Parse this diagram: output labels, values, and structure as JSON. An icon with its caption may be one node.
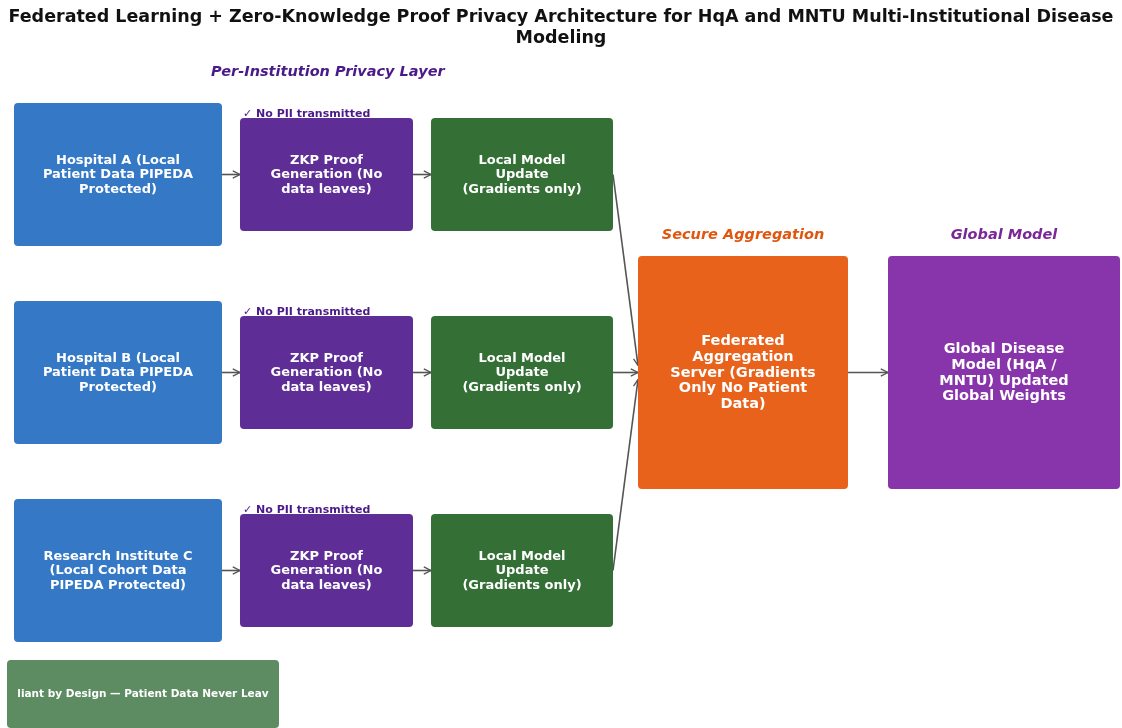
{
  "diagram": {
    "title": "Federated Learning + Zero-Knowledge Proof Privacy Architecture for HqA and MNTU Multi-Institutional Disease Modeling",
    "nodes": [
      {
        "text": [
          "Hospital A (Local Patient Data PIPEDA Protected)"
        ]
      },
      {
        "text": [
          "ZKP Proof Generation (No data leaves)"
        ],
        "beside": [
          "✓ No PII transmitted"
        ]
      },
      {
        "text": [
          "Local Model Update (Gradients only)"
        ]
      },
      {
        "text": [
          "Hospital B (Local Patient Data PIPEDA Protected)"
        ]
      },
      {
        "text": [
          "ZKP Proof Generation (No data leaves)"
        ],
        "beside": [
          "✓ No PII transmitted"
        ]
      },
      {
        "text": [
          "Local Model Update (Gradients only)"
        ]
      },
      {
        "text": [
          "Research Institute C (Local Cohort Data PIPEDA Protected)"
        ]
      },
      {
        "text": [
          "ZKP Proof Generation (No data leaves)"
        ],
        "beside": [
          "✓ No PII transmitted"
        ]
      },
      {
        "text": [
          "Local Model Update (Gradients only)"
        ]
      },
      {
        "text": [
          "Secure Aggregation",
          "Federated Aggregation Server (Gradients Only No Patient Data)"
        ]
      },
      {
        "text": [
          "Global Model",
          "Global Disease Model (HqA / MNTU) Updated Global Weights"
        ]
      },
      {
        "text": [
          "liant by Design — Patient Data Never Leav"
        ]
      }
    ],
    "edges": [
      {
        "from": 0,
        "to": 1,
        "arrow": "to"
      },
      {
        "from": 1,
        "to": 2,
        "arrow": "to"
      },
      {
        "from": 3,
        "to": 4,
        "arrow": "to"
      },
      {
        "from": 4,
        "to": 5,
        "arrow": "to"
      },
      {
        "from": 6,
        "to": 7,
        "arrow": "to"
      },
      {
        "from": 7,
        "to": 8,
        "arrow": "to"
      },
      {
        "from": 2,
        "to": 9,
        "arrow": "to"
      },
      {
        "from": 5,
        "to": 9,
        "arrow": "to"
      },
      {
        "from": 8,
        "to": 9,
        "arrow": "to"
      },
      {
        "from": 9,
        "to": 10,
        "arrow": "to"
      }
    ],
    "labels": [
      "Per-Institution Privacy Layer"
    ]
  }
}
